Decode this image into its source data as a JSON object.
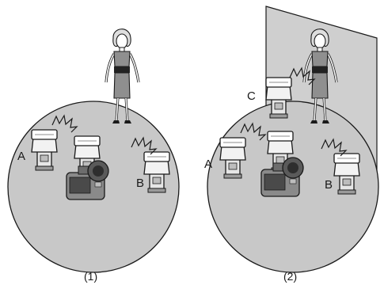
{
  "panels": [
    {
      "caption": "(1)",
      "flash_labels": [
        "A",
        "B"
      ]
    },
    {
      "caption": "(2)",
      "flash_labels": [
        "A",
        "B",
        "C"
      ]
    }
  ],
  "colors": {
    "floor_disc": "#c8c8c8",
    "background_wall": "#cfcfcf",
    "outline": "#1a1a1a",
    "dress": "#8f8f8f",
    "belt": "#222222",
    "camera_body": "#7a7a7a",
    "flash_body": "#e6e6e6"
  }
}
